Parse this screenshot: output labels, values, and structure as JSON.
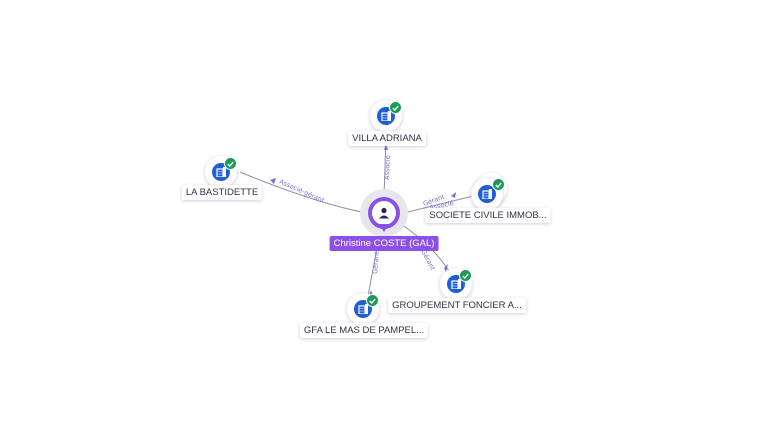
{
  "center": {
    "name": "Christine COSTE (GAL)",
    "icon": "person-icon",
    "color": "#8b50e8"
  },
  "nodes": [
    {
      "id": "villa",
      "label": "VILLA ADRIANA",
      "icon": "building-icon",
      "status": "verified"
    },
    {
      "id": "bastidette",
      "label": "LA BASTIDETTE",
      "icon": "building-icon",
      "status": "verified"
    },
    {
      "id": "scimmo",
      "label": "SOCIETE CIVILE IMMOB...",
      "icon": "building-icon",
      "status": "verified"
    },
    {
      "id": "gfa",
      "label": "GROUPEMENT FONCIER A...",
      "icon": "building-icon",
      "status": "verified"
    },
    {
      "id": "mas",
      "label": "GFA LE MAS DE PAMPEL...",
      "icon": "building-icon",
      "status": "verified"
    }
  ],
  "edges": [
    {
      "to": "villa",
      "label": "Associé"
    },
    {
      "to": "bastidette",
      "label": "Associé-gérant"
    },
    {
      "to": "scimmo",
      "label": "Gérant"
    },
    {
      "to": "scimmo",
      "label": "Associé"
    },
    {
      "to": "gfa",
      "label": "Gérant"
    },
    {
      "to": "mas",
      "label": "Gérant"
    }
  ],
  "colors": {
    "company": "#1f5fd6",
    "verified": "#1e9a57",
    "edge": "#8d8fa6",
    "edge_label": "#7d6fd6"
  }
}
